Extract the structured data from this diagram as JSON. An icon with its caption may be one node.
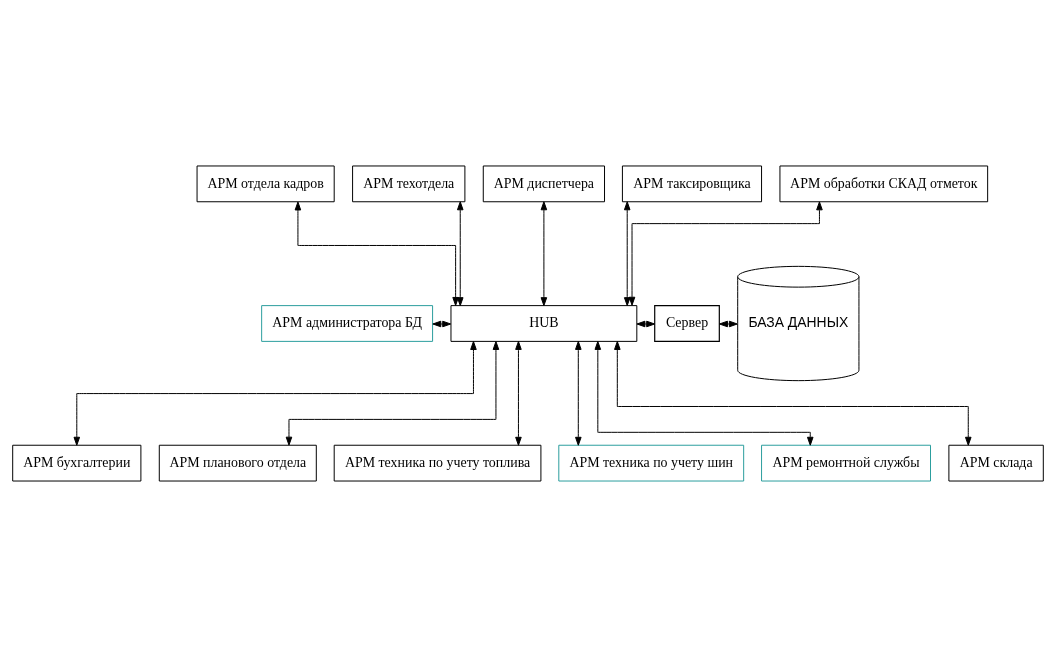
{
  "diagram": {
    "nodes": [
      {
        "text": [
          "АРМ отдела кадров"
        ]
      },
      {
        "text": [
          "АРМ техотдела"
        ]
      },
      {
        "text": [
          "АРМ диспетчера"
        ]
      },
      {
        "text": [
          "АРМ таксировщика"
        ]
      },
      {
        "text": [
          "АРМ обработки СКАД отметок"
        ]
      },
      {
        "text": [
          "АРМ администратора БД"
        ]
      },
      {
        "text": [
          "HUB"
        ]
      },
      {
        "text": [
          "Сервер"
        ]
      },
      {
        "text": [
          "БАЗА ДАННЫХ"
        ]
      },
      {
        "text": [
          "АРМ бухгалтерии"
        ]
      },
      {
        "text": [
          "АРМ планового отдела"
        ]
      },
      {
        "text": [
          "АРМ техника по учету топлива"
        ]
      },
      {
        "text": [
          "АРМ техника по учету шин"
        ]
      },
      {
        "text": [
          "АРМ ремонтной службы"
        ]
      },
      {
        "text": [
          "АРМ склада"
        ]
      }
    ],
    "edges": [
      {
        "from": 0,
        "to": 6,
        "arrow": "both"
      },
      {
        "from": 1,
        "to": 6,
        "arrow": "both"
      },
      {
        "from": 2,
        "to": 6,
        "arrow": "both"
      },
      {
        "from": 3,
        "to": 6,
        "arrow": "both"
      },
      {
        "from": 4,
        "to": 6,
        "arrow": "both"
      },
      {
        "from": 5,
        "to": 6,
        "arrow": "both"
      },
      {
        "from": 6,
        "to": 7,
        "arrow": "both"
      },
      {
        "from": 7,
        "to": 8,
        "arrow": "both"
      },
      {
        "from": 6,
        "to": 9,
        "arrow": "both"
      },
      {
        "from": 6,
        "to": 10,
        "arrow": "both"
      },
      {
        "from": 6,
        "to": 11,
        "arrow": "both"
      },
      {
        "from": 6,
        "to": 12,
        "arrow": "both"
      },
      {
        "from": 6,
        "to": 13,
        "arrow": "both"
      },
      {
        "from": 6,
        "to": 14,
        "arrow": "both"
      }
    ]
  }
}
